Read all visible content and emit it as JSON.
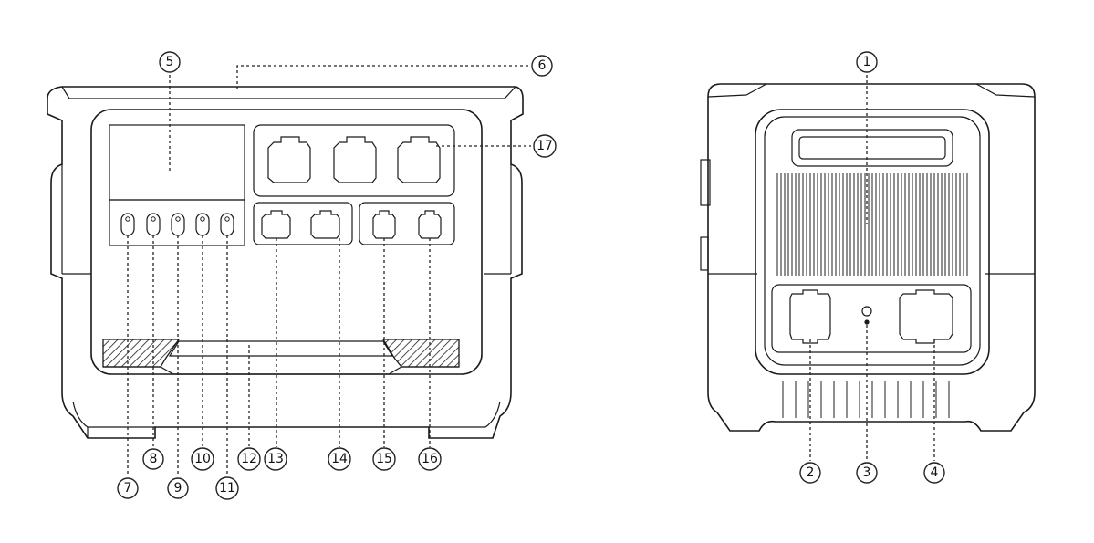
{
  "front_view": {
    "callouts": [
      {
        "id": "c5",
        "label": "5"
      },
      {
        "id": "c6",
        "label": "6"
      },
      {
        "id": "c17",
        "label": "17"
      },
      {
        "id": "c7",
        "label": "7"
      },
      {
        "id": "c8",
        "label": "8"
      },
      {
        "id": "c9",
        "label": "9"
      },
      {
        "id": "c10",
        "label": "10"
      },
      {
        "id": "c11",
        "label": "11"
      },
      {
        "id": "c12",
        "label": "12"
      },
      {
        "id": "c13",
        "label": "13"
      },
      {
        "id": "c14",
        "label": "14"
      },
      {
        "id": "c15",
        "label": "15"
      },
      {
        "id": "c16",
        "label": "16"
      }
    ]
  },
  "side_view": {
    "callouts": [
      {
        "id": "c1",
        "label": "1"
      },
      {
        "id": "c2",
        "label": "2"
      },
      {
        "id": "c3",
        "label": "3"
      },
      {
        "id": "c4",
        "label": "4"
      }
    ]
  }
}
